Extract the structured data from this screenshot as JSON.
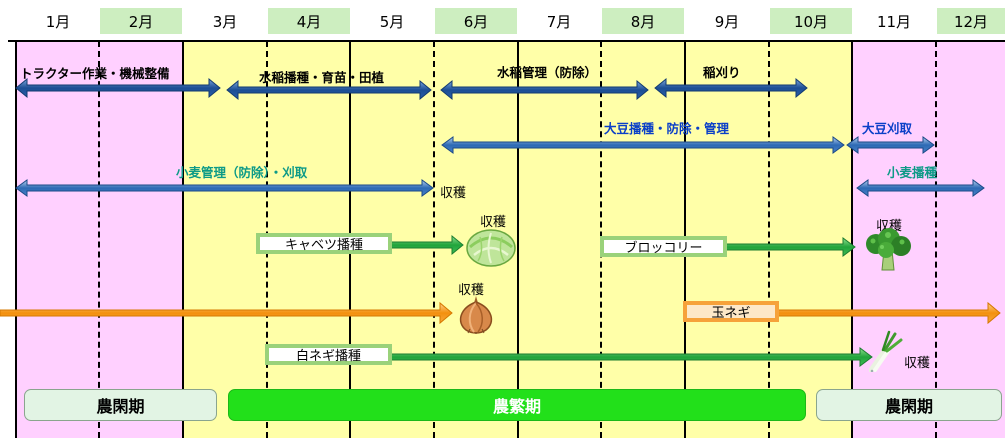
{
  "months": [
    "1月",
    "2月",
    "3月",
    "4月",
    "5月",
    "6月",
    "7月",
    "8月",
    "9月",
    "10月",
    "11月",
    "12月"
  ],
  "colors": {
    "idle_bg": "#ffd0ff",
    "busy_bg": "#ffffa8",
    "month_hdr_green": "#cdeec0",
    "arrow_blue": "#22508e",
    "arrow_blue_light": "#3a78c8",
    "arrow_green": "#2aae4a",
    "arrow_orange": "#f79a1e"
  },
  "work": {
    "tractor": "トラクター作業・機械整備",
    "rice_sow": "水稲播種・育苗・田植",
    "rice_manage": "水稲管理（防除）",
    "rice_cut": "稲刈り",
    "soy_sow": "大豆播種・防除・管理",
    "soy_harvest": "大豆刈取",
    "wheat_manage": "小麦管理（防除）・刈取",
    "wheat_sow": "小麦播種"
  },
  "harvest": "収穫",
  "crops": {
    "cabbage": "キャベツ播種",
    "broccoli": "ブロッコリー",
    "onion": "玉ネギ",
    "leek": "白ネギ播種"
  },
  "periods": {
    "idle_left": "農閑期",
    "busy": "農繁期",
    "idle_right": "農閑期"
  }
}
